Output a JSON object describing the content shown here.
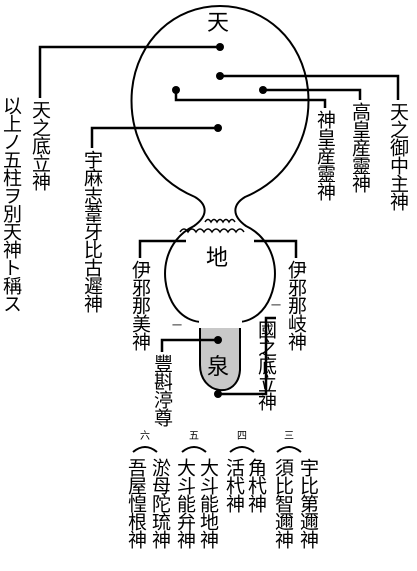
{
  "diagram": {
    "regions": {
      "heaven": "天",
      "earth": "地",
      "spring": "泉"
    },
    "deities": {
      "ame_no_minakanushi": "天之御中主神",
      "takamimusuhi": "高皇産靈神",
      "kamimusuhi": "神皇産靈神",
      "umashiashikabi": "宇麻志葦牙比古遲神",
      "ame_no_tokotachi": "天之底立神",
      "izanami": "伊邪那美神",
      "izanagi": "伊邪那岐神",
      "toyokumunu": "豐斟渟尊",
      "kuni_no_tokotachi": "國之底立神",
      "uhijini": "宇比第邇神",
      "tsunoguhi": "角杙神",
      "ikuguhi": "活杙神",
      "ohotonoji": "大斗能地神",
      "ohotonobe": "大斗能弁神",
      "omodaru": "淤母陀琉神",
      "ayakashikone": "吾屋惶根神",
      "suhijini": "須比智邇神"
    },
    "side_note": "以上ノ五柱ヲ別天神ト稱ス",
    "marks": {
      "one_a": "一",
      "one_b": "一",
      "three": "三",
      "four": "四",
      "five": "五",
      "six": "六"
    }
  }
}
